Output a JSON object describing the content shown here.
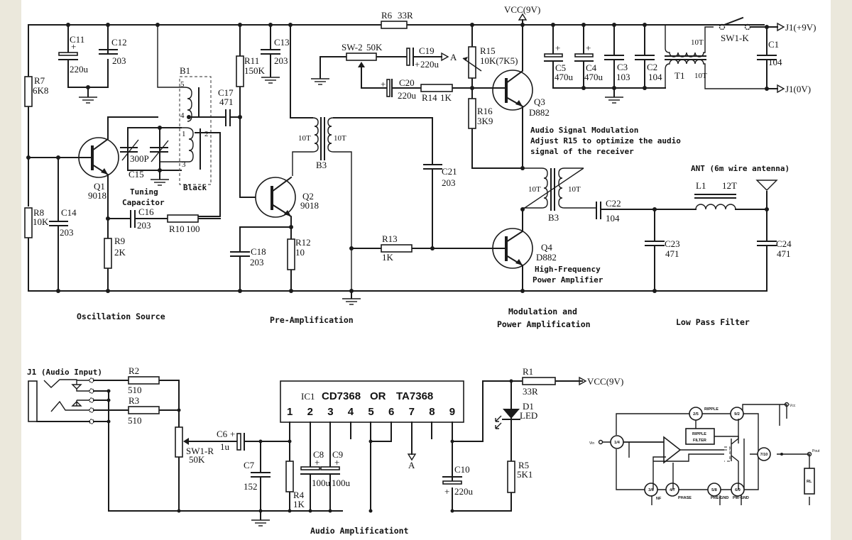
{
  "title": "Audio FM Transmitter Circuit Schematic",
  "colors": {
    "background": "#ebe8dc",
    "sheet": "#ffffff",
    "ink": "#1a1a1a"
  },
  "sections": {
    "oscillation": "Oscillation Source",
    "preamp": "Pre-Amplification",
    "modulation_line1": "Modulation and",
    "modulation_line2": "Power Amplification",
    "lpf": "Low Pass Filter",
    "audio": "Audio Amplificationt"
  },
  "notes": {
    "tuning_line1": "Tuning",
    "tuning_line2": "Capacitor",
    "black": "Black",
    "audio_mod_1": "Audio Signal Modulation",
    "audio_mod_2": "Adjust R15 to optimize the audio",
    "audio_mod_3": "signal of the receiver",
    "hf_1": "High-Frequency",
    "hf_2": "Power Amplifier",
    "ant": "ANT (6m wire antenna)",
    "j1_audio": "J1 (Audio Input)"
  },
  "power": {
    "vcc_top": "VCC(9V)",
    "vcc_r1": "VCC(9V)",
    "j1_pos": "J1(+9V)",
    "j1_neg": "J1(0V)",
    "sw1k": "SW1-K",
    "node_a": "A",
    "node_a2": "A"
  },
  "components": {
    "R7": {
      "ref": "R7",
      "value": "6K8"
    },
    "R8": {
      "ref": "R8",
      "value": "10K"
    },
    "R9": {
      "ref": "R9",
      "value": "2K"
    },
    "R10": {
      "ref": "R10",
      "value": "100"
    },
    "R11": {
      "ref": "R11",
      "value": "150K"
    },
    "R12": {
      "ref": "R12",
      "value": "10"
    },
    "R13": {
      "ref": "R13",
      "value": "1K"
    },
    "R14": {
      "ref": "R14",
      "value": "1K"
    },
    "R15": {
      "ref": "R15",
      "value": "10K(7K5)"
    },
    "R16": {
      "ref": "R16",
      "value": "3K9"
    },
    "R6": {
      "ref": "R6",
      "value": "33R"
    },
    "SW2": {
      "ref": "SW-2",
      "value": "50K"
    },
    "C11": {
      "ref": "C11",
      "value": "220u"
    },
    "C12": {
      "ref": "C12",
      "value": "203"
    },
    "C13": {
      "ref": "C13",
      "value": "203"
    },
    "C14": {
      "ref": "C14",
      "value": "203"
    },
    "C15": {
      "ref": "C15",
      "value": "300P"
    },
    "C16": {
      "ref": "C16",
      "value": "203"
    },
    "C17": {
      "ref": "C17",
      "value": "471"
    },
    "C18": {
      "ref": "C18",
      "value": "203"
    },
    "C19": {
      "ref": "C19",
      "value": "220u"
    },
    "C20": {
      "ref": "C20",
      "value": "220u"
    },
    "C21": {
      "ref": "C21",
      "value": "203"
    },
    "C22": {
      "ref": "C22",
      "value": "104"
    },
    "C23": {
      "ref": "C23",
      "value": "471"
    },
    "C24": {
      "ref": "C24",
      "value": "471"
    },
    "C5": {
      "ref": "C5",
      "value": "470u"
    },
    "C4": {
      "ref": "C4",
      "value": "470u"
    },
    "C3": {
      "ref": "C3",
      "value": "103"
    },
    "C2": {
      "ref": "C2",
      "value": "104"
    },
    "C1": {
      "ref": "C1",
      "value": "104"
    },
    "T1": {
      "ref": "T1",
      "primary": "10T",
      "secondary": "10T"
    },
    "B1": {
      "ref": "B1",
      "pins": [
        "5",
        "4",
        "1",
        "2",
        "3"
      ]
    },
    "B3a": {
      "ref": "B3",
      "primary": "10T",
      "secondary": "10T"
    },
    "B3b": {
      "ref": "B3",
      "primary": "10T",
      "secondary": "10T"
    },
    "L1": {
      "ref": "L1",
      "value": "12T"
    },
    "Q1": {
      "ref": "Q1",
      "value": "9018"
    },
    "Q2": {
      "ref": "Q2",
      "value": "9018"
    },
    "Q3": {
      "ref": "Q3",
      "value": "D882"
    },
    "Q4": {
      "ref": "Q4",
      "value": "D882"
    },
    "R1": {
      "ref": "R1",
      "value": "33R"
    },
    "R2": {
      "ref": "R2",
      "value": "510"
    },
    "R3": {
      "ref": "R3",
      "value": "510"
    },
    "R4": {
      "ref": "R4",
      "value": "1K"
    },
    "R5": {
      "ref": "R5",
      "value": "5K1"
    },
    "SW1R": {
      "ref": "SW1-R",
      "value": "50K"
    },
    "C6": {
      "ref": "C6",
      "value": "1u"
    },
    "C7": {
      "ref": "C7",
      "value": "152"
    },
    "C8": {
      "ref": "C8",
      "value": "100u"
    },
    "C9": {
      "ref": "C9",
      "value": "100u"
    },
    "C10": {
      "ref": "C10",
      "value": "220u"
    },
    "D1": {
      "ref": "D1",
      "value": "LED"
    }
  },
  "ic1": {
    "ref": "IC1",
    "part1": "CD7368",
    "or": "OR",
    "part2": "TA7368",
    "pins": [
      "1",
      "2",
      "3",
      "4",
      "5",
      "6",
      "7",
      "8",
      "9"
    ]
  },
  "ic_internal": {
    "nodes": [
      "1/4",
      "2/5",
      "9/2",
      "7/10",
      "3/6",
      "4/7",
      "5/8",
      "6/9"
    ],
    "ripple": "RIPPLE",
    "ripple_filter_1": "RIPPLE",
    "ripple_filter_2": "FILTER",
    "vin": "Vin",
    "vcc": "Vcc",
    "pout": "Pout",
    "rl": "RL",
    "nf": "NF",
    "phase": "PHASE",
    "pre_gnd": "PRE-GND",
    "pw_gnd": "PW-GND"
  }
}
